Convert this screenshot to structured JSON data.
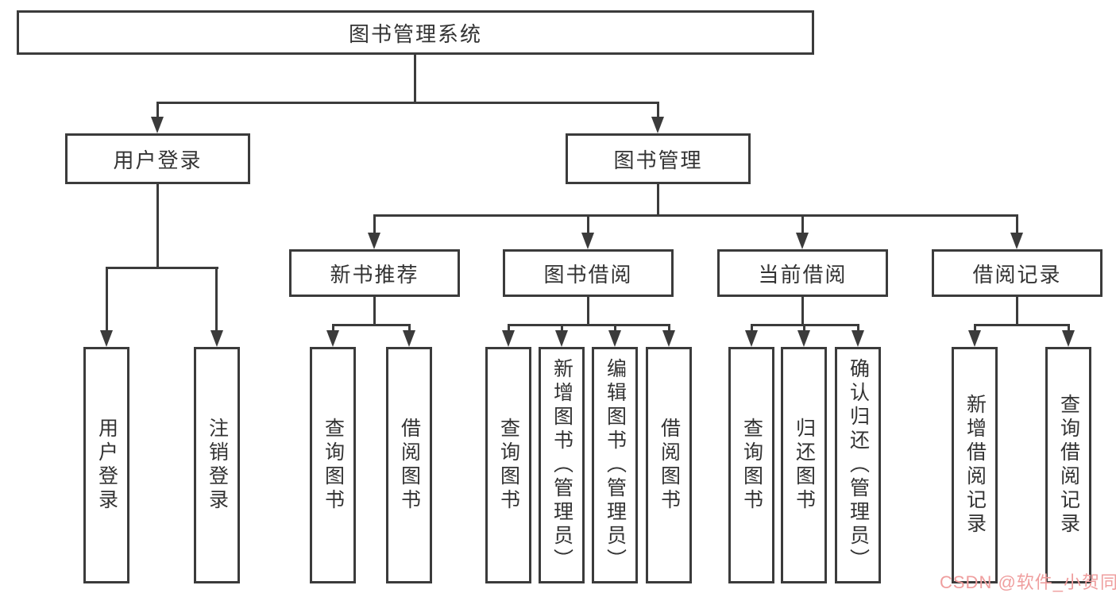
{
  "nodes": {
    "root": "图书管理系统",
    "user_login": "用户登录",
    "book_mgmt": "图书管理",
    "new_book": "新书推荐",
    "book_borrow": "图书借阅",
    "current_borrow": "当前借阅",
    "borrow_record": "借阅记录",
    "ul_user_login": "用户登录",
    "ul_logout": "注销登录",
    "nb_query": "查询图书",
    "nb_borrow": "借阅图书",
    "bb_query": "查询图书",
    "bb_add": "新增图书（管理员）",
    "bb_edit": "编辑图书（管理员）",
    "bb_borrow": "借阅图书",
    "cb_query": "查询图书",
    "cb_return": "归还图书",
    "cb_confirm": "确认归还（管理员）",
    "br_add": "新增借阅记录",
    "br_query": "查询借阅记录"
  },
  "hierarchy": {
    "图书管理系统": {
      "用户登录": [
        "用户登录",
        "注销登录"
      ],
      "图书管理": {
        "新书推荐": [
          "查询图书",
          "借阅图书"
        ],
        "图书借阅": [
          "查询图书",
          "新增图书（管理员）",
          "编辑图书（管理员）",
          "借阅图书"
        ],
        "当前借阅": [
          "查询图书",
          "归还图书",
          "确认归还（管理员）"
        ],
        "借阅记录": [
          "新增借阅记录",
          "查询借阅记录"
        ]
      }
    }
  },
  "watermark": "CSDN @软件_小贺同学",
  "colors": {
    "line": "#3b3b3b",
    "text": "#333333",
    "bg": "#ffffff",
    "wm": "#ef9e9e"
  }
}
